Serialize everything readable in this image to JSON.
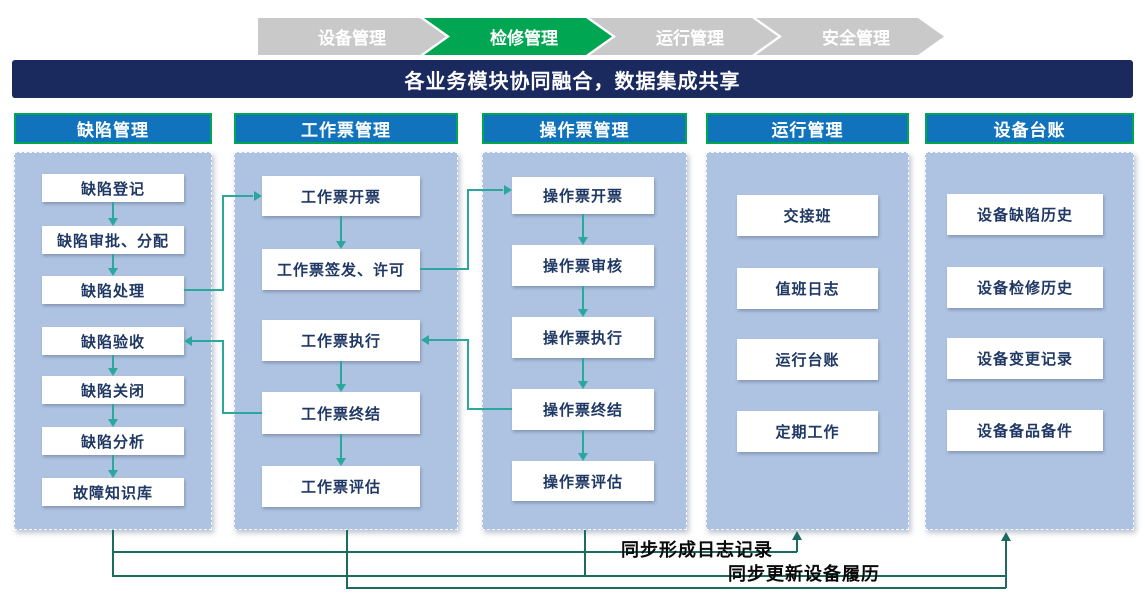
{
  "breadcrumb": {
    "items": [
      {
        "label": "设备管理",
        "active": false
      },
      {
        "label": "检修管理",
        "active": true
      },
      {
        "label": "运行管理",
        "active": false
      },
      {
        "label": "安全管理",
        "active": false
      }
    ]
  },
  "banner": {
    "title": "各业务模块协同融合，数据集成共享"
  },
  "columns": [
    {
      "title": "缺陷管理",
      "boxes": [
        "缺陷登记",
        "缺陷审批、分配",
        "缺陷处理",
        "缺陷验收",
        "缺陷关闭",
        "缺陷分析",
        "故障知识库"
      ]
    },
    {
      "title": "工作票管理",
      "boxes": [
        "工作票开票",
        "工作票签发、许可",
        "工作票执行",
        "工作票终结",
        "工作票评估"
      ]
    },
    {
      "title": "操作票管理",
      "boxes": [
        "操作票开票",
        "操作票审核",
        "操作票执行",
        "操作票终结",
        "操作票评估"
      ]
    },
    {
      "title": "运行管理",
      "boxes": [
        "交接班",
        "值班日志",
        "运行台账",
        "定期工作"
      ]
    },
    {
      "title": "设备台账",
      "boxes": [
        "设备缺陷历史",
        "设备检修历史",
        "设备变更记录",
        "设备备品备件"
      ]
    }
  ],
  "annotations": {
    "sync_log": "同步形成日志记录",
    "sync_equipment": "同步更新设备履历"
  },
  "colors": {
    "chevron_active": "#00a651",
    "chevron_inactive": "#c9c9c9",
    "banner_bg": "#1b2a5e",
    "column_header_bg": "#1173bc",
    "column_header_border": "#00a651",
    "column_bg": "#aec2e2",
    "box_text": "#1f3864",
    "flow_arrow": "#2ba79e",
    "sync_line": "#1d6b60"
  }
}
